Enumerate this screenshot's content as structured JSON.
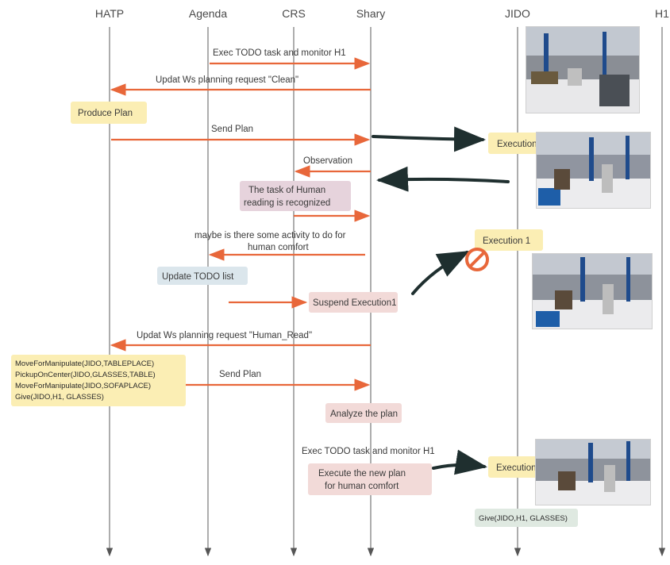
{
  "lifelines": [
    "HATP",
    "Agenda",
    "CRS",
    "Shary",
    "JIDO",
    "H1"
  ],
  "messages": {
    "exec_todo_1": "Exec TODO task and monitor H1",
    "update_ws_clean": "Updat Ws planning request  \"Clean\"",
    "send_plan_1": "Send Plan",
    "observation": "Observation",
    "maybe_activity_1": "maybe is there some activity to do for",
    "maybe_activity_2": "human comfort",
    "update_ws_read": "Updat Ws planning request  \"Human_Read\"",
    "send_plan_2": "Send Plan",
    "exec_todo_2": "Exec TODO task and monitor H1"
  },
  "boxes": {
    "produce_plan": "Produce Plan",
    "execution_1a": "Execution 1",
    "task_recognized_1": "The task of Human",
    "task_recognized_2": "reading is recognized",
    "execution_1b": "Execution 1",
    "update_todo": "Update TODO list",
    "suspend": "Suspend Execution1",
    "plan_lines": [
      "MoveForManipulate(JIDO,TABLEPLACE)",
      "PickupOnCenter(JIDO,GLASSES,TABLE)",
      "MoveForManipulate(JIDO,SOFAPLACE)",
      "Give(JIDO,H1, GLASSES)"
    ],
    "analyze": "Analyze the plan",
    "execute_new_1": "Execute the new plan",
    "execute_new_2": "for human comfort",
    "execution_2": "Execution 2",
    "give": "Give(JIDO,H1, GLASSES)"
  },
  "colors": {
    "arrow": "#e8673a",
    "yellow_box": "#fbeeb4",
    "pink_box": "#f2dad8",
    "mauve_box": "#e6d3dc",
    "blue_box": "#dbe6ec",
    "green_box": "#dfe9e1"
  }
}
